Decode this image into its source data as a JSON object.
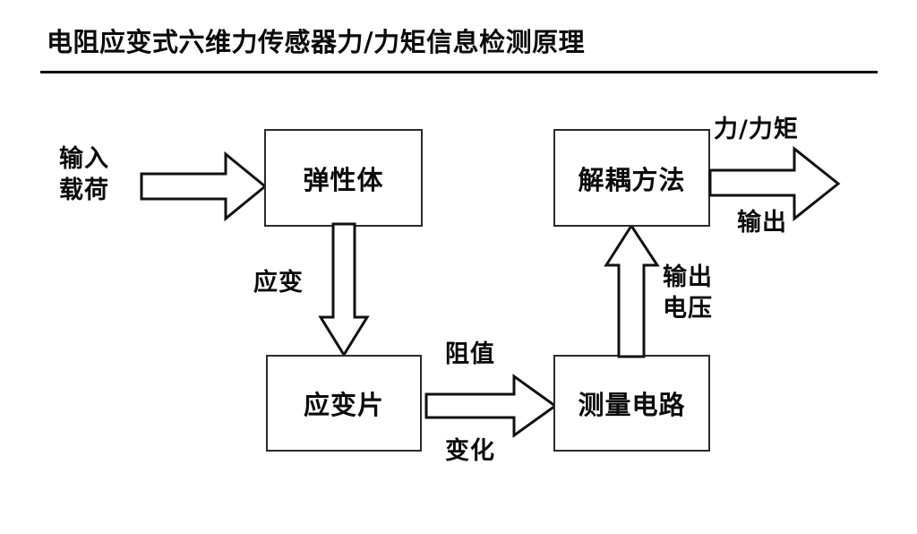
{
  "header": {
    "title": "电阻应变式六维力传感器力/力矩信息检测原理"
  },
  "diagram": {
    "type": "flowchart",
    "orientation": "horizontal-serpentine",
    "stroke_color": "#111111",
    "fill_color": "#ffffff",
    "text_color": "#0b0b0b",
    "nodes": [
      {
        "id": "elastic",
        "label": "弹性体",
        "shape": "rectangle"
      },
      {
        "id": "straingauge",
        "label": "应变片",
        "shape": "rectangle"
      },
      {
        "id": "circuit",
        "label": "测量电路",
        "shape": "rectangle"
      },
      {
        "id": "decouple",
        "label": "解耦方法",
        "shape": "rectangle"
      }
    ],
    "edges": [
      {
        "id": "input",
        "from": "",
        "to": "elastic",
        "direction": "right",
        "label_lines": [
          "输入",
          "载荷"
        ]
      },
      {
        "id": "strain",
        "from": "elastic",
        "to": "straingauge",
        "direction": "down",
        "label_lines": [
          "应变"
        ]
      },
      {
        "id": "resist",
        "from": "straingauge",
        "to": "circuit",
        "direction": "right",
        "label_above": "阻值",
        "label_below": "变化"
      },
      {
        "id": "voltage",
        "from": "circuit",
        "to": "decouple",
        "direction": "up",
        "label_lines": [
          "输出",
          "电压"
        ]
      },
      {
        "id": "output",
        "from": "decouple",
        "to": "",
        "direction": "right",
        "label_above": "力/力矩",
        "label_below": "输出"
      }
    ],
    "labels": {
      "input_load": "输入\n载荷",
      "input_load_line1": "输入",
      "input_load_line2": "载荷",
      "strain": "应变",
      "resistance": "阻值",
      "change": "变化",
      "output_voltage_line1": "输出",
      "output_voltage_line2": "电压",
      "force_torque": "力/力矩",
      "output": "输出"
    }
  }
}
